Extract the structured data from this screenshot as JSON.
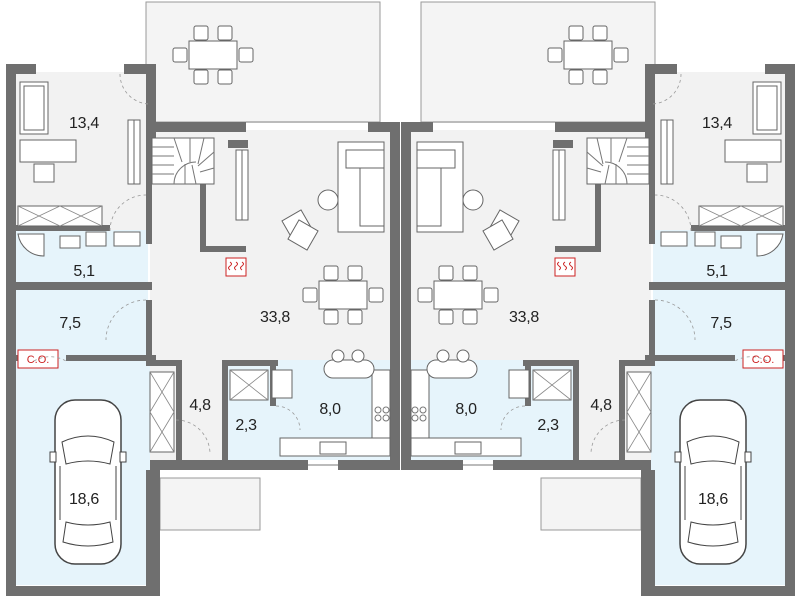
{
  "plan": {
    "colors": {
      "wall": "#6f6f6f",
      "floor": "#f2f2f2",
      "wet_floor": "#e6f4fb",
      "terrace": "#f4f4f4",
      "heater": "#cc2222"
    },
    "left_unit": {
      "office": "13,4",
      "bathroom": "5,1",
      "boiler_room": "7,5",
      "boiler_label": "C.O.",
      "garage": "18,6",
      "living": "33,8",
      "hall": "4,8",
      "pantry": "2,3",
      "kitchen": "8,0"
    },
    "right_unit": {
      "office": "13,4",
      "bathroom": "5,1",
      "boiler_room": "7,5",
      "boiler_label": "C.O.",
      "garage": "18,6",
      "living": "33,8",
      "hall": "4,8",
      "pantry": "2,3",
      "kitchen": "8,0"
    }
  }
}
